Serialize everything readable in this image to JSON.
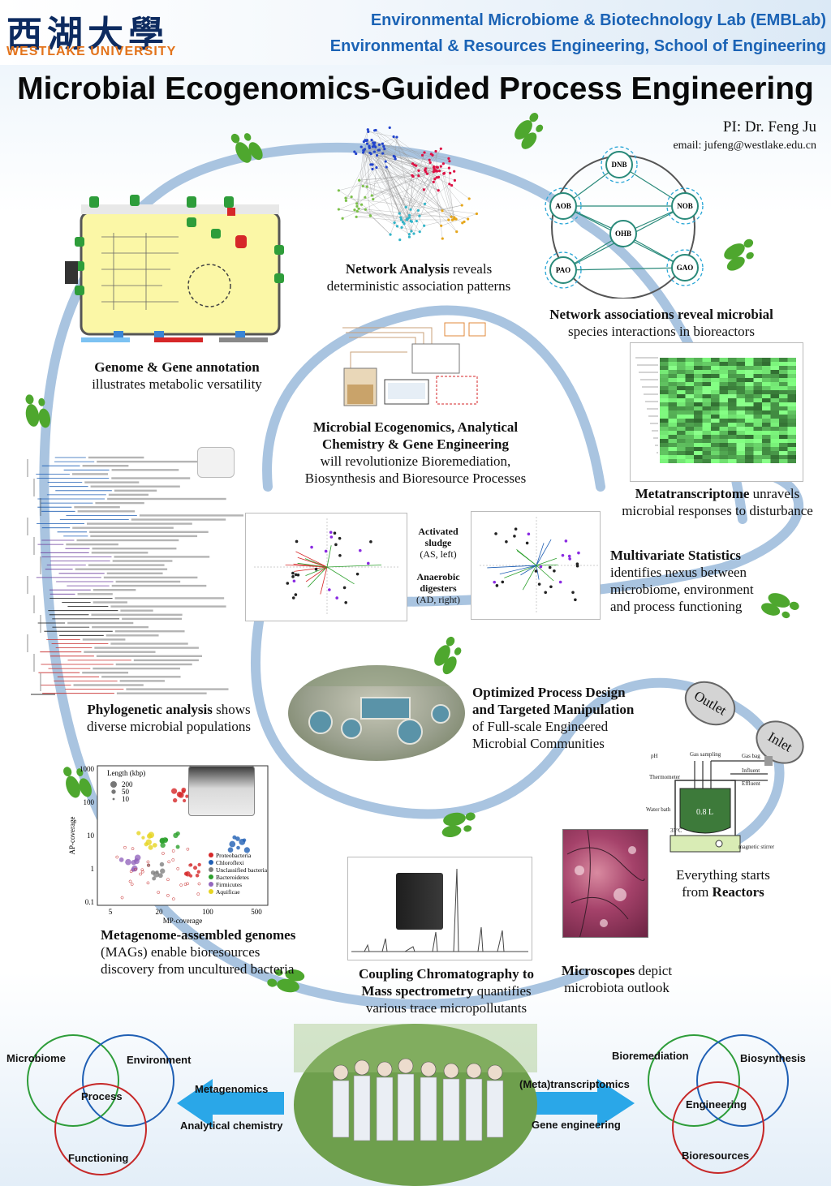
{
  "header": {
    "logo_cn": "西湖大學",
    "logo_en": "WESTLAKE UNIVERSITY",
    "lab_line1": "Environmental Microbiome & Biotechnology Lab (EMBLab)",
    "lab_line2": "Environmental & Resources Engineering, School of Engineering",
    "title": "Microbial Ecogenomics-Guided Process Engineering",
    "pi": "PI: Dr. Feng Ju",
    "email": "email: jufeng@westlake.edu.cn"
  },
  "colors": {
    "ring": "#9dbbd9",
    "foot": "#4ea72e",
    "title_blue": "#1b63b5",
    "orange": "#e3731b",
    "arrow": "#2aa7e8"
  },
  "captions": {
    "network_b": "Network Analysis",
    "network_r1": " reveals",
    "network_r2": "deterministic association patterns",
    "assoc_b": "Network associations reveal microbial",
    "assoc_r": "species interactions in bioreactors",
    "genome_b": "Genome & Gene annotation",
    "genome_r": "illustrates metabolic versatility",
    "center_b1": "Microbial Ecogenomics, Analytical",
    "center_b2": "Chemistry & Gene Engineering",
    "center_r1": "will revolutionize Bioremediation,",
    "center_r2": "Biosynthesis and Bioresource Processes",
    "meta_b": "Metatranscriptome",
    "meta_r1": " unravels",
    "meta_r2": "microbial responses to disturbance",
    "multi_b": "Multivariate Statistics",
    "multi_r1": "identifies nexus between",
    "multi_r2": "microbiome, environment",
    "multi_r3": "and process functioning",
    "phylo_b": "Phylogenetic analysis",
    "phylo_r1": " shows",
    "phylo_r2": "diverse microbial populations",
    "opt_b1": "Optimized Process Design",
    "opt_b2": "and Targeted Manipulation",
    "opt_r1": "of Full-scale Engineered",
    "opt_r2": "Microbial Communities",
    "reactor_r": "Everything starts",
    "reactor_r2": "from ",
    "reactor_b": "Reactors",
    "mags_b": "Metagenome-assembled genomes",
    "mags_r1": "(MAGs) enable bioresources",
    "mags_r2": "discovery from uncultured bacteria",
    "chrom_b1": "Coupling Chromatography to",
    "chrom_b2": "Mass spectrometry",
    "chrom_r1": " quantifies",
    "chrom_r2": "various trace micropollutants",
    "micro_b": "Microscopes",
    "micro_r1": " depict",
    "micro_r2": "microbiota outlook"
  },
  "reactor_tags": {
    "outlet": "Outlet",
    "inlet": "Inlet"
  },
  "reactor_labels": {
    "ph": "pH",
    "gas_sampling": "Gas sampling",
    "gas_bag": "Gas bag",
    "thermometer": "Thermometer",
    "influent": "Influent",
    "effluent": "Effluent",
    "water_bath": "Water bath",
    "volume": "0.8 L",
    "temp": "35°C",
    "stirrer": "magnetic stirrer"
  },
  "network_nodes": {
    "dnb": "DNB",
    "aob": "AOB",
    "nob": "NOB",
    "ohb": "OHB",
    "pao": "PAO",
    "gao": "GAO"
  },
  "pca": {
    "as_label1": "Activated",
    "as_label2": "sludge",
    "as_label3": "(AS, left)",
    "ad_label1": "Anaerobic",
    "ad_label2": "digesters",
    "ad_label3": "(AD, right)"
  },
  "mags_legend": {
    "length_title": "Length (kbp)",
    "sizes": [
      "200",
      "50",
      "10"
    ],
    "phyla": [
      {
        "name": "Proteobacteria",
        "color": "#d62728"
      },
      {
        "name": "Chloroflexi",
        "color": "#1f5fb4"
      },
      {
        "name": "Unclassified bacteria",
        "color": "#7f7f7f"
      },
      {
        "name": "Bacteroidetes",
        "color": "#2ca02c"
      },
      {
        "name": "Firmicutes",
        "color": "#9467bd"
      },
      {
        "name": "Aquificae",
        "color": "#e6d422"
      }
    ],
    "xlabel": "MP-coverage",
    "ylabel": "AP-coverage",
    "xticks": [
      "5",
      "20",
      "100",
      "500"
    ],
    "yticks": [
      "1000",
      "100",
      "10",
      "1",
      "0.1"
    ]
  },
  "bottom": {
    "left_c1": "Microbiome",
    "left_c2": "Environment",
    "left_c3": "Process",
    "left_c4": "Functioning",
    "left_arrow_top": "Metagenomics",
    "left_arrow_bottom": "Analytical chemistry",
    "right_c1": "Bioremediation",
    "right_c2": "Biosynthesis",
    "right_c3": "Engineering",
    "right_c4": "Bioresources",
    "right_arrow_top": "(Meta)transcriptomics",
    "right_arrow_bottom": "Gene engineering"
  }
}
